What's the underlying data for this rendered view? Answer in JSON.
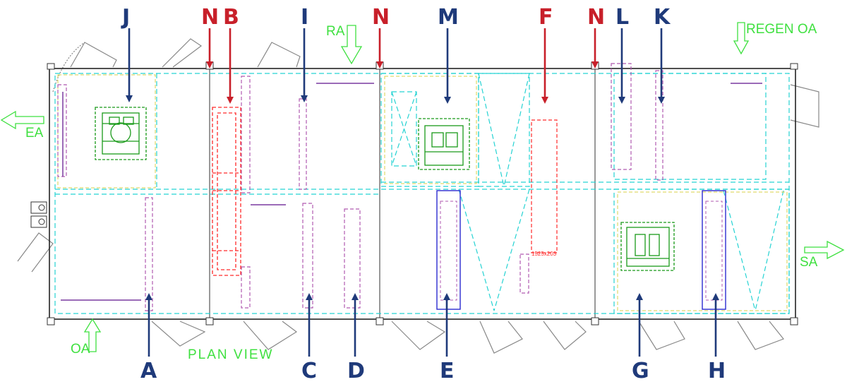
{
  "colors": {
    "navy": "#1f3a7a",
    "red": "#c8202a",
    "cad_green": "#3fe040",
    "unit_green": "#1a9a1a",
    "cyan": "#26d3d3",
    "magenta": "#b05ab0",
    "purple": "#7a3aa0",
    "blue": "#2a2ad0",
    "yellow": "#d8d04a",
    "dim_red": "#ff2a2a",
    "outline": "#222222",
    "door": "#888888"
  },
  "top_labels": [
    {
      "id": "J",
      "text": "J",
      "color": "navy"
    },
    {
      "id": "N1",
      "text": "N",
      "color": "red"
    },
    {
      "id": "B",
      "text": "B",
      "color": "red"
    },
    {
      "id": "I",
      "text": "I",
      "color": "navy"
    },
    {
      "id": "N2",
      "text": "N",
      "color": "red"
    },
    {
      "id": "M",
      "text": "M",
      "color": "navy"
    },
    {
      "id": "F",
      "text": "F",
      "color": "red"
    },
    {
      "id": "N3",
      "text": "N",
      "color": "red"
    },
    {
      "id": "L",
      "text": "L",
      "color": "navy"
    },
    {
      "id": "K",
      "text": "K",
      "color": "navy"
    }
  ],
  "bottom_labels": [
    {
      "id": "A",
      "text": "A",
      "color": "navy"
    },
    {
      "id": "C",
      "text": "C",
      "color": "navy"
    },
    {
      "id": "D",
      "text": "D",
      "color": "navy"
    },
    {
      "id": "E",
      "text": "E",
      "color": "navy"
    },
    {
      "id": "G",
      "text": "G",
      "color": "navy"
    },
    {
      "id": "H",
      "text": "H",
      "color": "navy"
    }
  ],
  "airflow_labels": {
    "ra": "RA",
    "regen_oa": "REGEN OA",
    "ea": "EA",
    "oa": "OA",
    "sa": "SA"
  },
  "view_title": "PLAN VIEW",
  "dimension_text": "1525x203"
}
